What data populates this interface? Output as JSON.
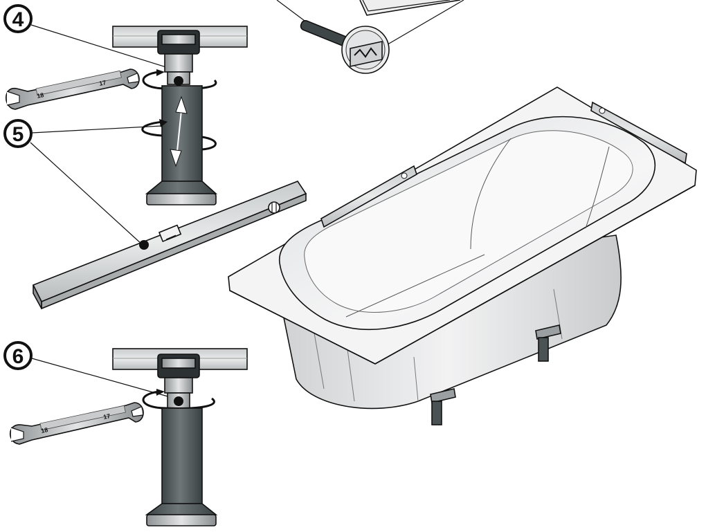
{
  "steps": [
    {
      "number": "4"
    },
    {
      "number": "5"
    },
    {
      "number": "6"
    }
  ],
  "wrench_upper": {
    "size_left": "18",
    "size_right": "17"
  },
  "wrench_lower": {
    "size_left": "18",
    "size_right": "17"
  },
  "colors": {
    "foot_body": "#4a5254",
    "foot_body_light": "#6c7476",
    "metal": "#b9bcbe",
    "beam": "#d7d9da",
    "tub_shell": "#e6e7e8",
    "tub_inner": "#f3f3f4",
    "outline": "#111111"
  }
}
